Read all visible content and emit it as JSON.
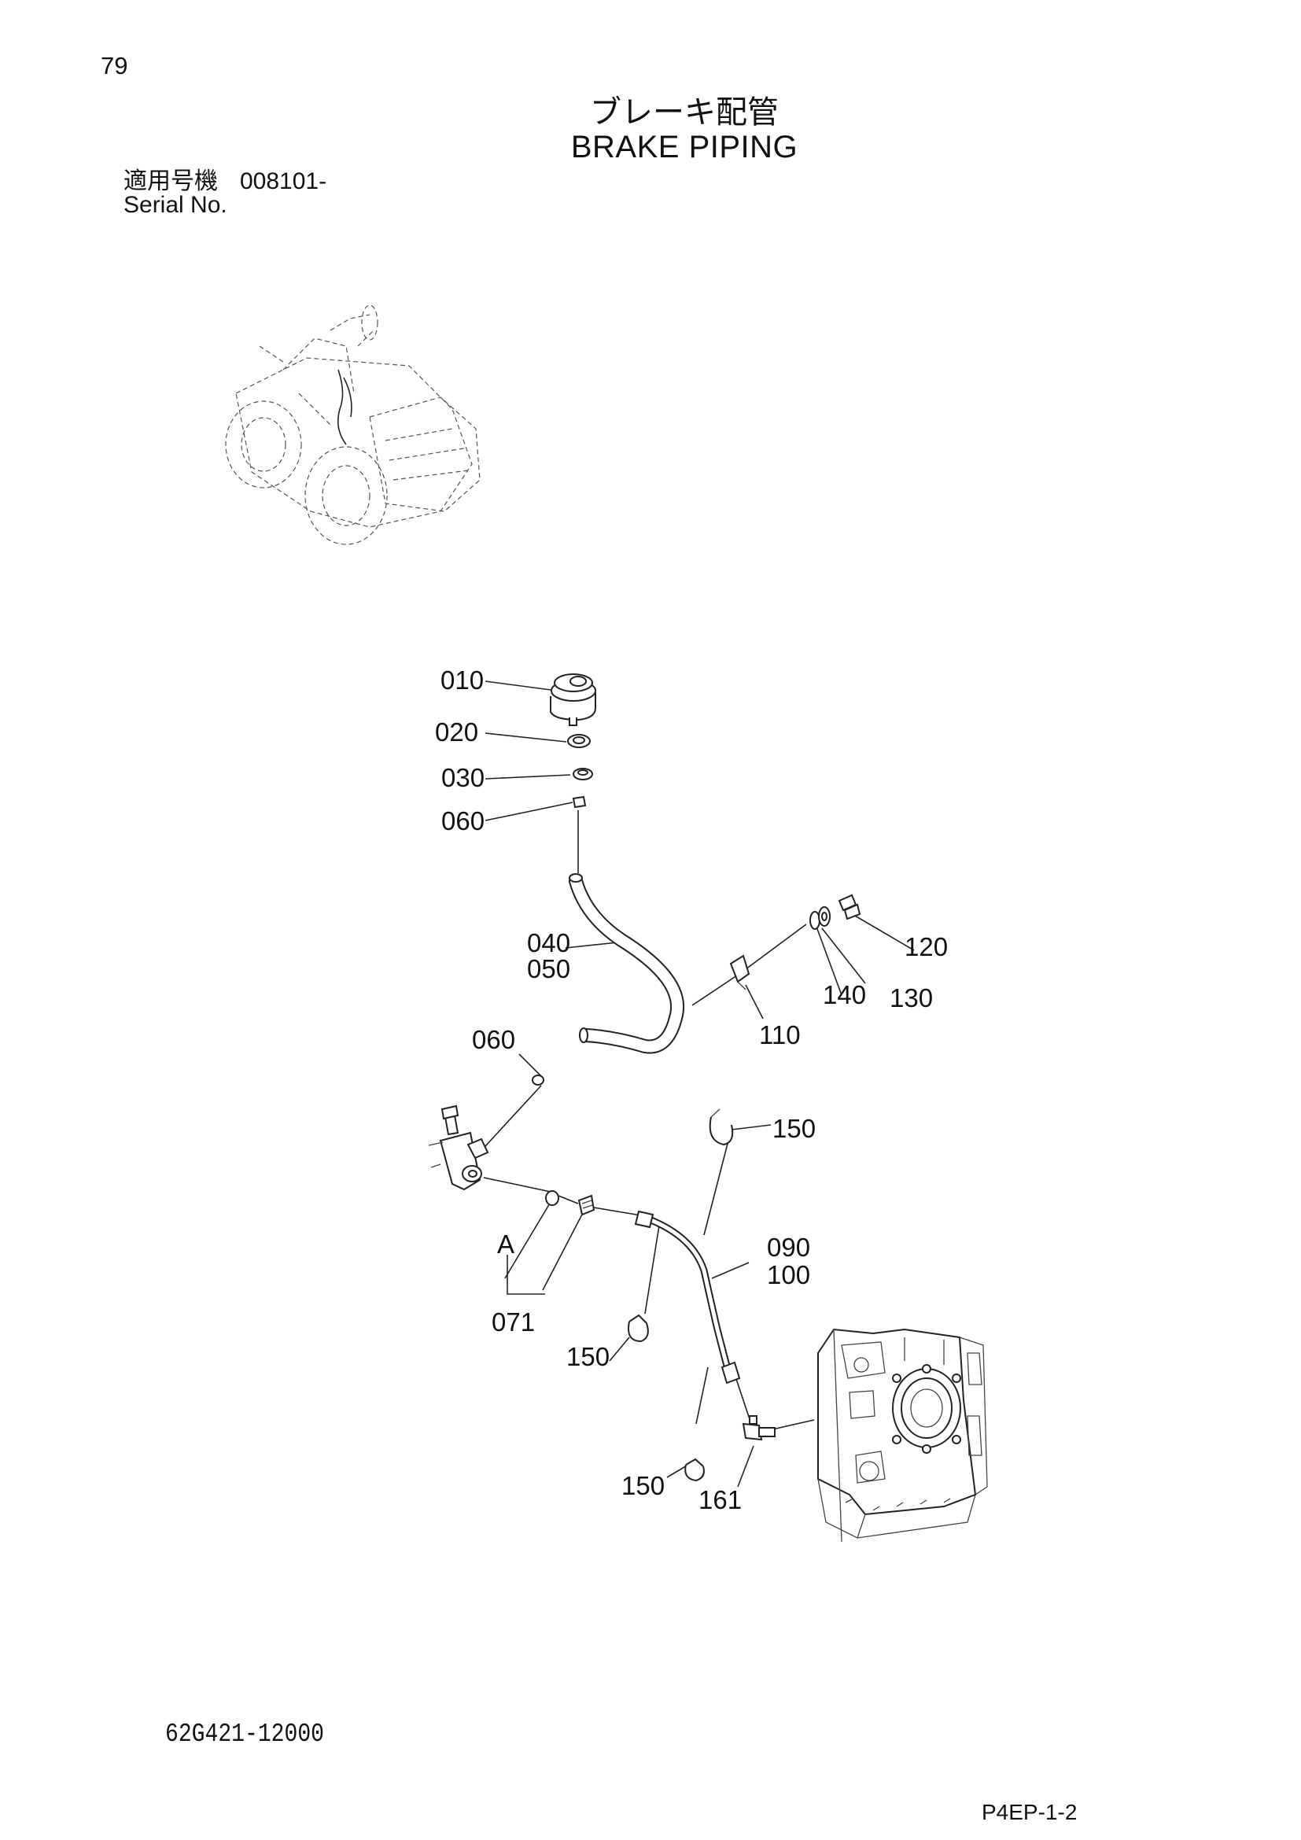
{
  "page": {
    "number": "79",
    "title_jp": "ブレーキ配管",
    "title_en": "BRAKE PIPING",
    "serial_label_jp": "適用号機",
    "serial_value": "008101-",
    "serial_label_en": "Serial No.",
    "drawing_number": "62G421-12000",
    "page_code": "P4EP-1-2"
  },
  "callouts": [
    "010",
    "020",
    "030",
    "060",
    "040",
    "050",
    "120",
    "140",
    "130",
    "110",
    "060",
    "150",
    "A",
    "090",
    "100",
    "071",
    "150",
    "150",
    "161"
  ]
}
